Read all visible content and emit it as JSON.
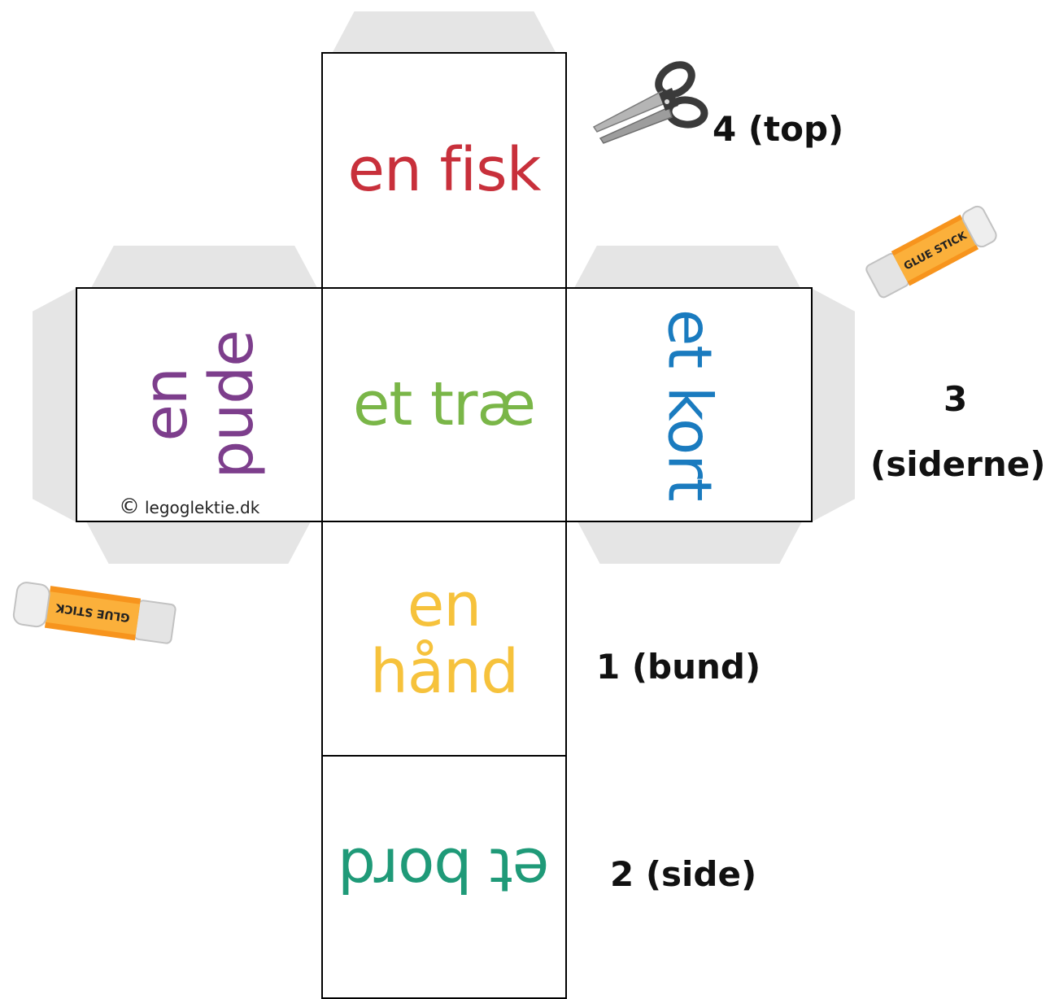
{
  "faces": {
    "top": {
      "text": "en fisk",
      "color": "#c8303b"
    },
    "center": {
      "text": "et træ",
      "color": "#7ab648"
    },
    "left": {
      "line1": "en",
      "line2": "pude",
      "color": "#7d3e8c"
    },
    "right": {
      "text": "et kort",
      "color": "#1a7bbf"
    },
    "bottom": {
      "line1": "en",
      "line2": "hånd",
      "color": "#f6c23c"
    },
    "lowest": {
      "text": "et bord",
      "color": "#1f9a78"
    }
  },
  "labels": {
    "top": "4 (top)",
    "sides_num": "3",
    "sides_text": "(siderne)",
    "bottom": "1 (bund)",
    "side": "2 (side)"
  },
  "credit": {
    "symbol": "©",
    "text": "legoglektie.dk"
  },
  "glue_stick_label": "GLUE STICK",
  "icons": [
    "scissors-icon",
    "glue-stick-icon"
  ]
}
